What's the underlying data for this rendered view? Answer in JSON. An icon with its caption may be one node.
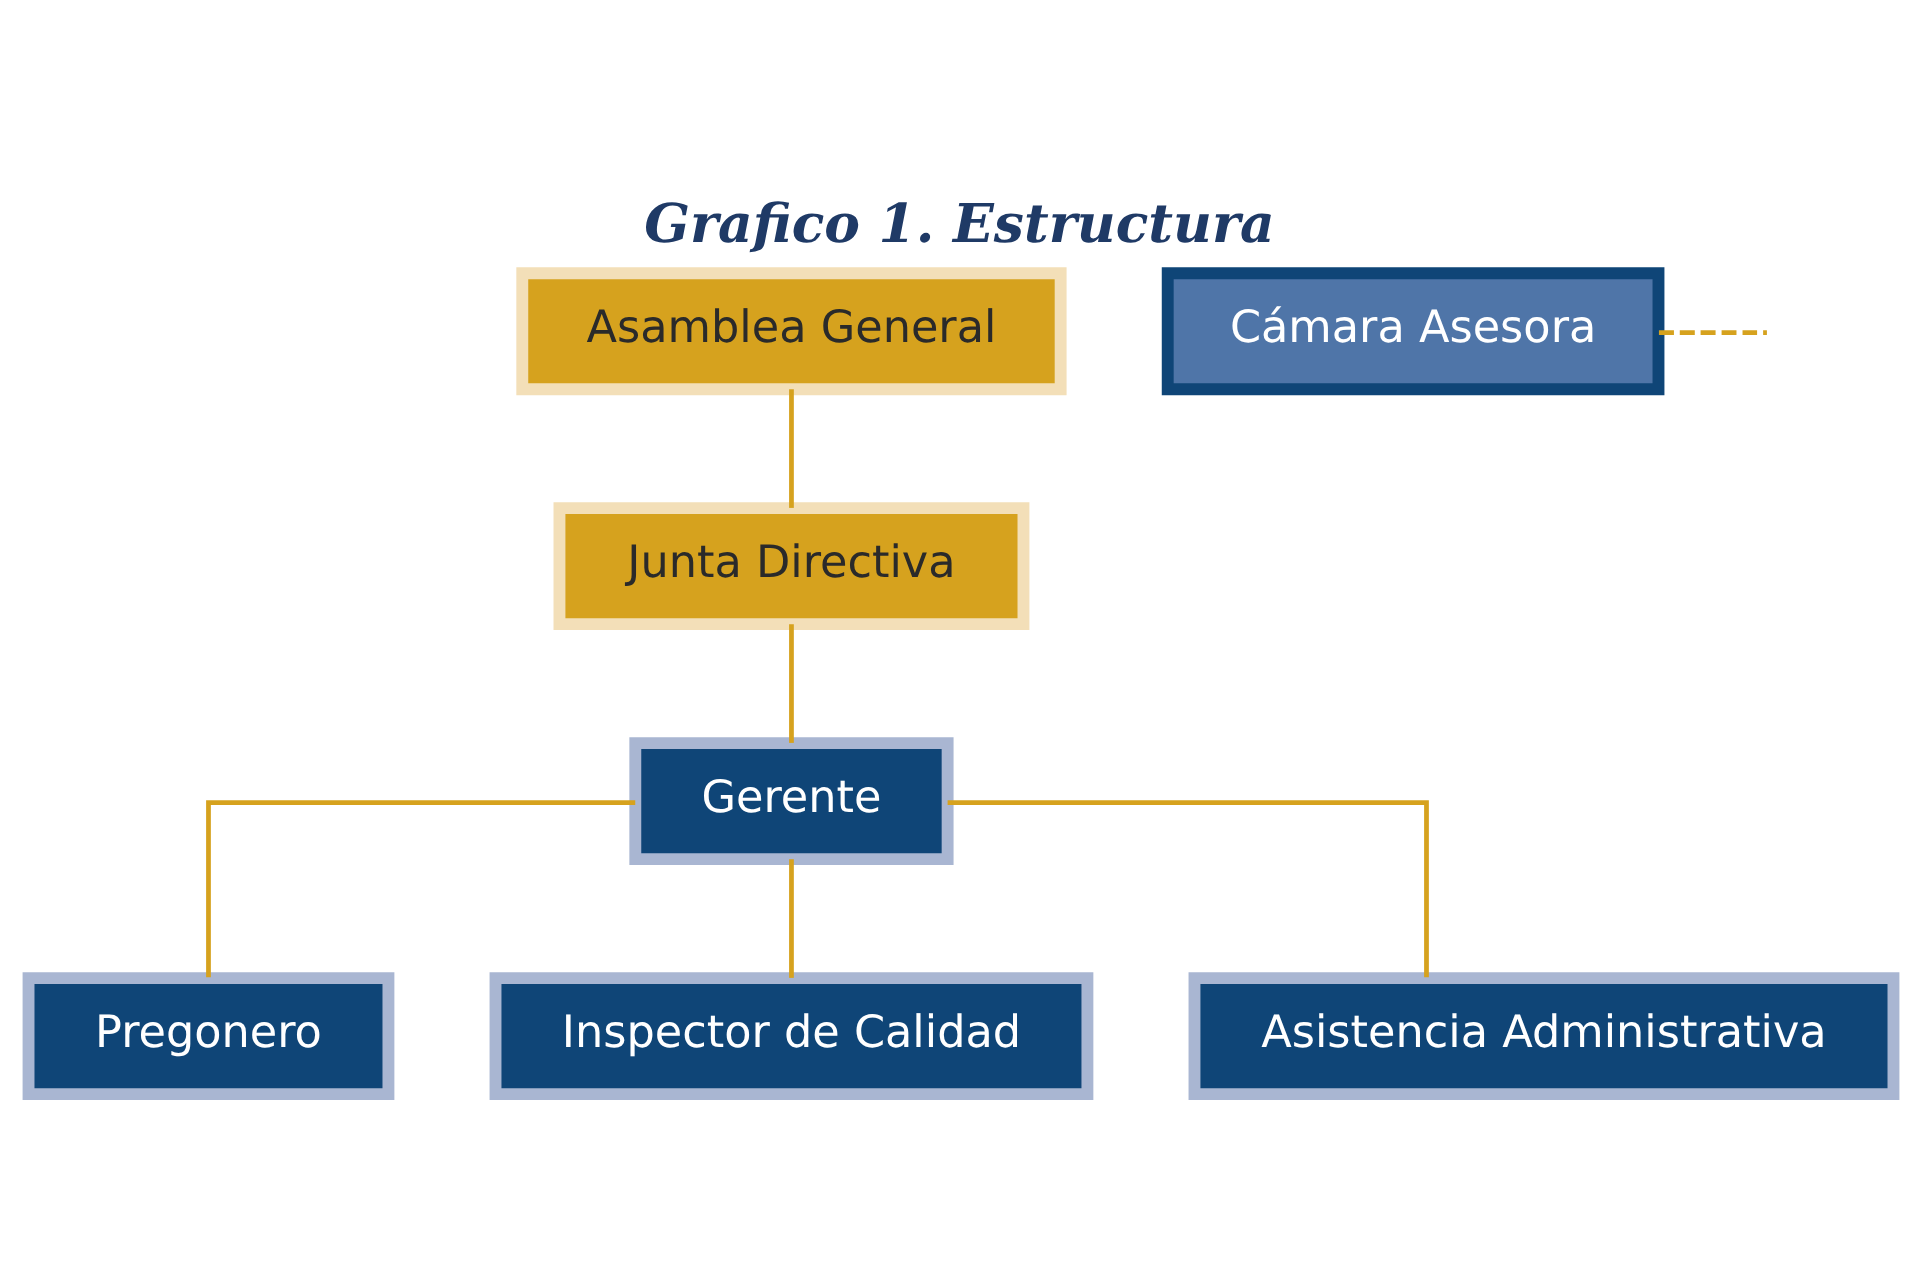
{
  "diagram": {
    "title": "Grafico 1. Estructura",
    "nodes": [
      {
        "text": [
          "Asamblea General"
        ]
      },
      {
        "text": [
          "Junta Directiva"
        ]
      },
      {
        "text": [
          "Cámara Asesora"
        ]
      },
      {
        "text": [
          "Gerente"
        ]
      },
      {
        "text": [
          "Pregonero"
        ]
      },
      {
        "text": [
          "Inspector de Calidad"
        ]
      },
      {
        "text": [
          "Asistencia Administrativa"
        ]
      }
    ],
    "edges": [
      {
        "from": 0,
        "to": 1,
        "arrow": "none"
      },
      {
        "from": 1,
        "to": 3,
        "arrow": "none"
      },
      {
        "from": 2,
        "to": null,
        "arrow": "none",
        "style": "dashed"
      },
      {
        "from": 3,
        "to": 4,
        "arrow": "none"
      },
      {
        "from": 3,
        "to": 5,
        "arrow": "none"
      },
      {
        "from": 3,
        "to": 6,
        "arrow": "none"
      }
    ]
  }
}
